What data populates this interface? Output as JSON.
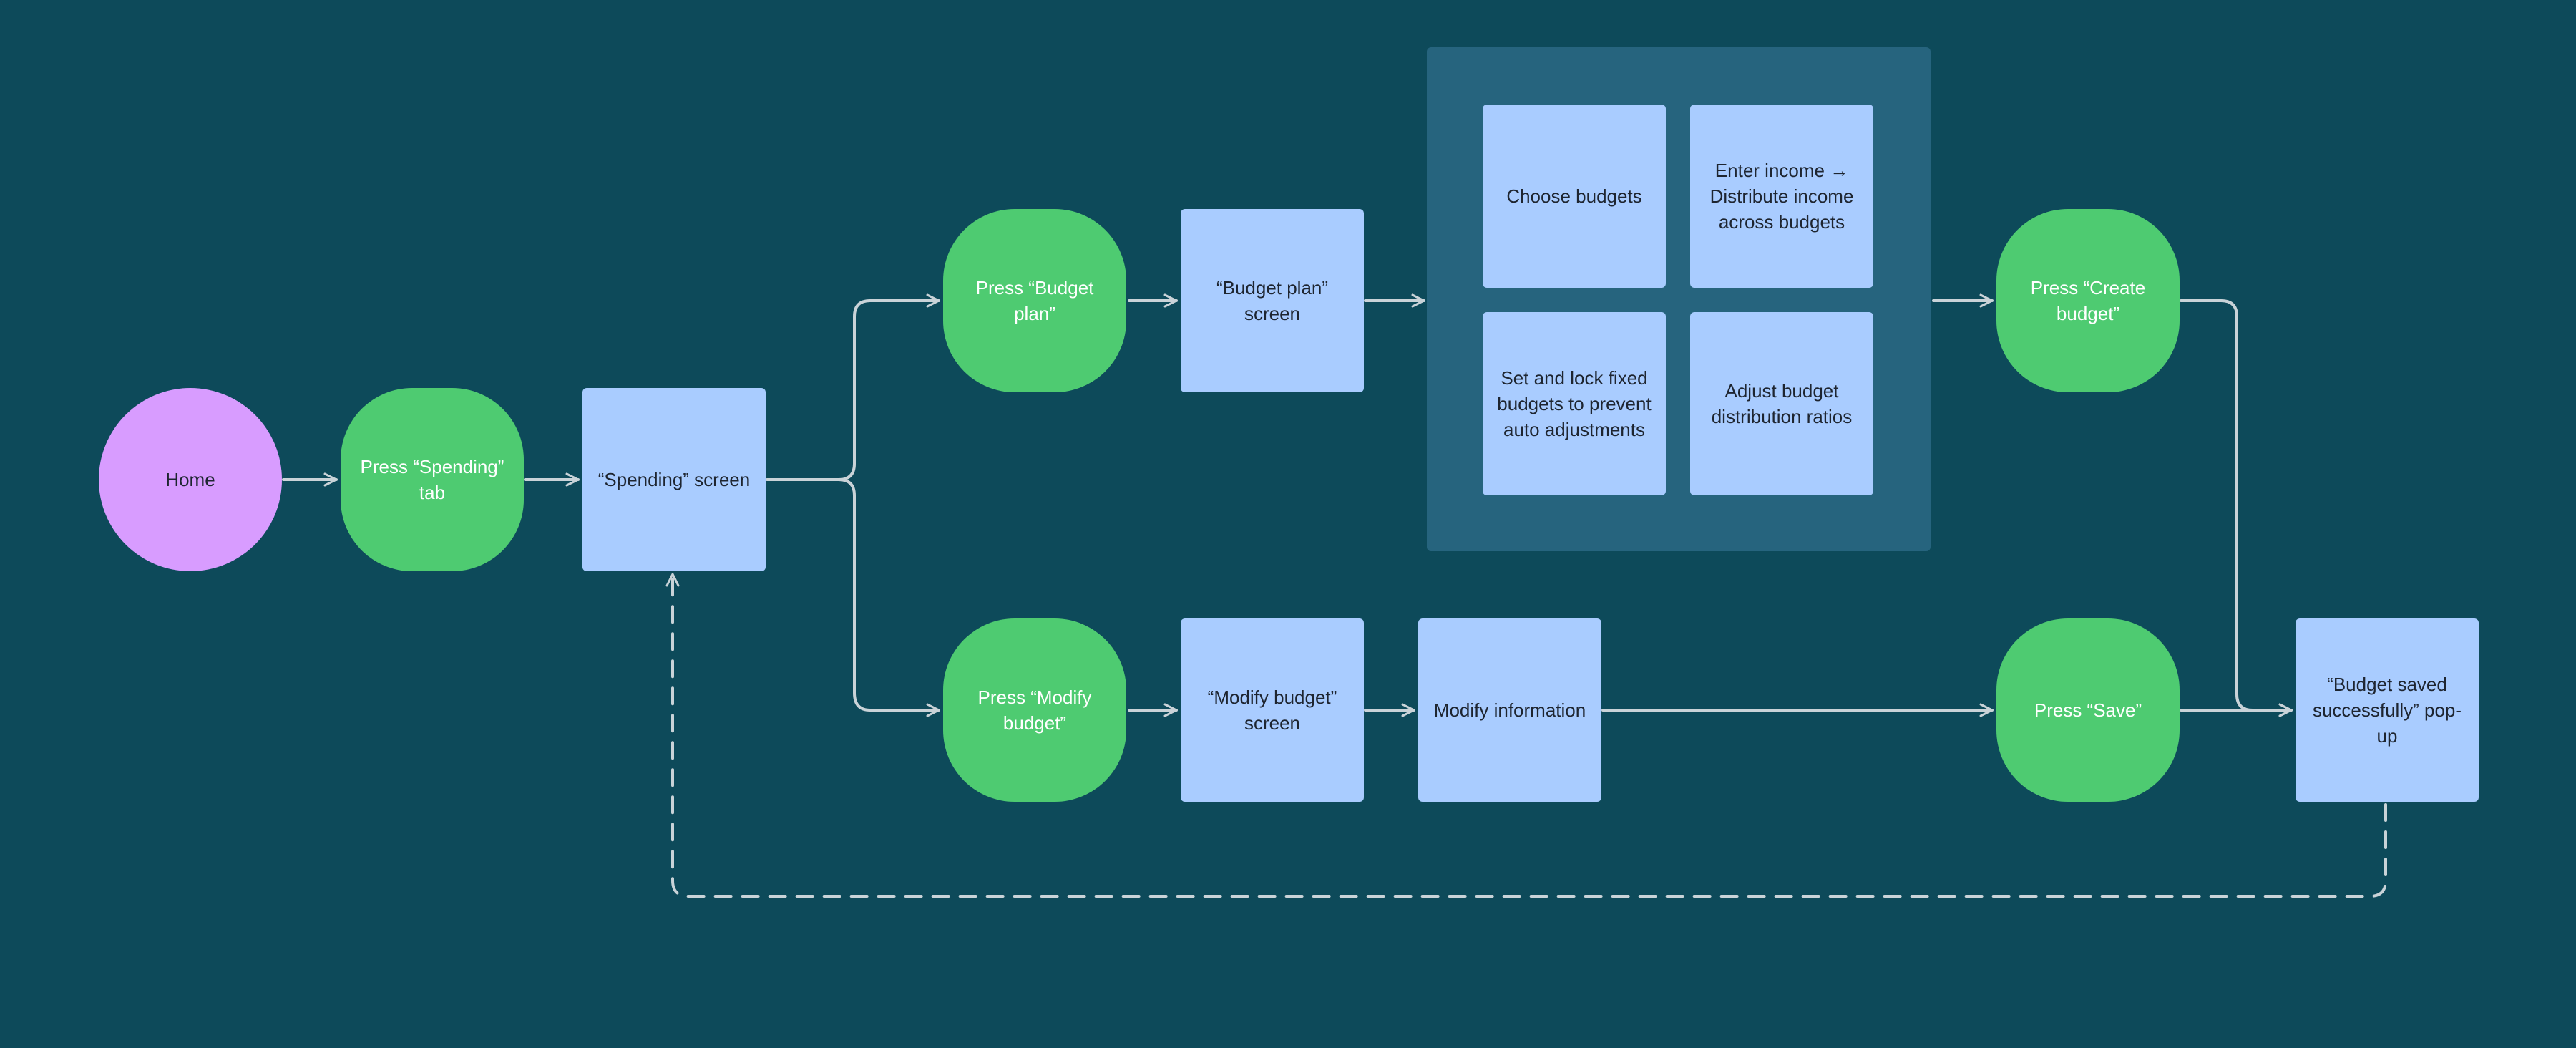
{
  "nodes": {
    "home": "Home",
    "press_spending": "Press “Spending” tab",
    "spending_screen": "“Spending” screen",
    "press_budget_plan": "Press “Budget plan”",
    "budget_plan_screen": "“Budget plan” screen",
    "choose_budgets": "Choose budgets",
    "enter_income": "Enter income → Distribute income across budgets",
    "set_lock": "Set and lock fixed budgets to prevent auto adjustments",
    "adjust_ratios": "Adjust budget distribution ratios",
    "press_create": "Press “Create budget”",
    "press_modify": "Press “Modify budget”",
    "modify_screen": "“Modify budget” screen",
    "modify_info": "Modify information",
    "press_save": "Press “Save”",
    "saved_popup": "“Budget saved successfully” pop-up"
  },
  "colors": {
    "background": "#0d4a5a",
    "start_node": "#d89cff",
    "action_node": "#4ecb71",
    "screen_node": "#a9ccff",
    "group_panel": "#26647e",
    "connector": "#c9d3d8"
  }
}
